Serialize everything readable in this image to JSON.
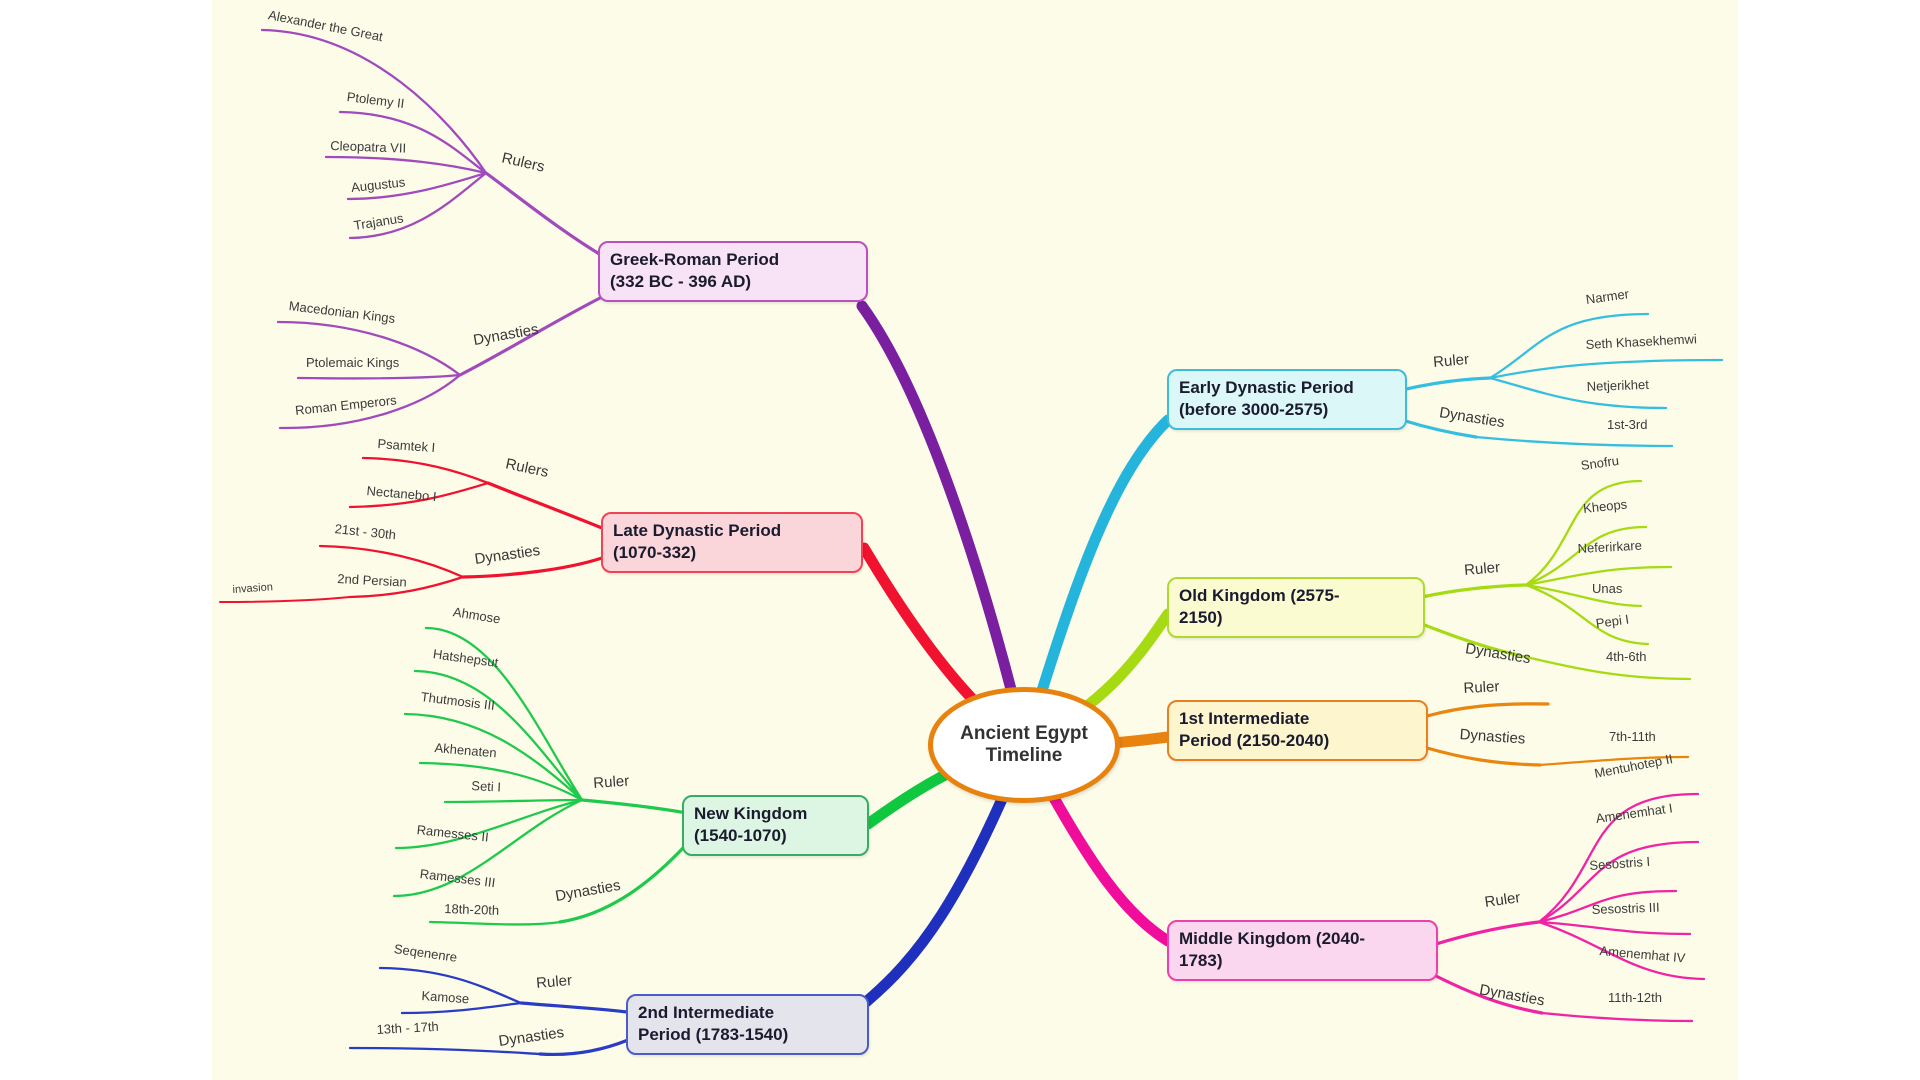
{
  "background": {
    "page": "#FFFFFF",
    "canvas": "#FCFCE8"
  },
  "center": {
    "line1": "Ancient Egypt",
    "line2": "Timeline",
    "border": "#E8820E",
    "fill": "#FFFFFF"
  },
  "branches": [
    {
      "trunk_color": "#7A1FA0",
      "color": "#A04ABE",
      "box": {
        "line1": "Greek-Roman Period",
        "line2": "(332 BC - 396 AD)",
        "border": "#B94FC0",
        "fill": "#F8E2F5"
      },
      "rulers": {
        "label": "Rulers",
        "children": [
          "Alexander the Great",
          "Ptolemy II",
          "Cleopatra VII",
          "Augustus",
          "Trajanus"
        ]
      },
      "dynasties": {
        "label": "Dynasties",
        "children": [
          "Macedonian Kings",
          "Ptolemaic Kings",
          "Roman Emperors"
        ]
      }
    },
    {
      "trunk_color": "#F0122F",
      "color": "#F0122F",
      "box": {
        "line1": "Late Dynastic Period",
        "line2": "(1070-332)",
        "border": "#F04456",
        "fill": "#FAD6DB"
      },
      "rulers": {
        "label": "Rulers",
        "children": [
          "Psamtek I",
          "Nectanebo I"
        ]
      },
      "dynasties": {
        "label": "Dynasties",
        "children": [
          "21st - 30th",
          "2nd Persian"
        ],
        "grandchildren": [
          "invasion"
        ]
      }
    },
    {
      "trunk_color": "#10C840",
      "color": "#1EC94C",
      "box": {
        "line1": "New Kingdom",
        "line2": "(1540-1070)",
        "border": "#36AD60",
        "fill": "#DCF6E3"
      },
      "rulers": {
        "label": "Ruler",
        "children": [
          "Ahmose",
          "Hatshepsut",
          "Thutmosis III",
          "Akhenaten",
          "Seti I",
          "Ramesses II",
          "Ramesses III"
        ]
      },
      "dynasties": {
        "label": "Dynasties",
        "children": [
          "18th-20th"
        ]
      }
    },
    {
      "trunk_color": "#1F2FBE",
      "color": "#2A3BC4",
      "box": {
        "line1": "2nd Intermediate",
        "line2": "Period (1783-1540)",
        "border": "#4C5BC8",
        "fill": "#E4E4EC"
      },
      "rulers": {
        "label": "Ruler",
        "children": [
          "Seqenenre",
          "Kamose"
        ]
      },
      "dynasties": {
        "label": "Dynasties",
        "children": [
          "13th - 17th"
        ]
      }
    },
    {
      "trunk_color": "#25B4DC",
      "color": "#35BEE0",
      "box": {
        "line1": "Early Dynastic Period",
        "line2": "(before 3000-2575)",
        "border": "#3FBCD9",
        "fill": "#DBF7F8"
      },
      "rulers": {
        "label": "Ruler",
        "children": [
          "Narmer",
          "Seth Khasekhemwi",
          "Netjerikhet"
        ]
      },
      "dynasties": {
        "label": "Dynasties",
        "children": [
          "1st-3rd"
        ]
      }
    },
    {
      "trunk_color": "#A6DA12",
      "color": "#A6DA12",
      "box": {
        "line1": "Old Kingdom (2575-",
        "line2": "2150)",
        "border": "#AEDA30",
        "fill": "#FBFBD2"
      },
      "rulers": {
        "label": "Ruler",
        "children": [
          "Snofru",
          "Kheops",
          "Neferirkare",
          "Unas",
          "Pepi I"
        ]
      },
      "dynasties": {
        "label": "Dynasties",
        "children": [
          "4th-6th"
        ]
      }
    },
    {
      "trunk_color": "#E8830F",
      "color": "#E8860F",
      "box": {
        "line1": "1st Intermediate",
        "line2": "Period (2150-2040)",
        "border": "#E87F20",
        "fill": "#FCF5CD"
      },
      "rulers": {
        "label": "Ruler",
        "children": []
      },
      "dynasties": {
        "label": "Dynasties",
        "children": [
          "7th-11th"
        ]
      }
    },
    {
      "trunk_color": "#F00D9C",
      "color": "#F023A4",
      "box": {
        "line1": "Middle Kingdom (2040-",
        "line2": "1783)",
        "border": "#EE3FAE",
        "fill": "#FAD7EE"
      },
      "rulers": {
        "label": "Ruler",
        "children": [
          "Mentuhotep II",
          "Amenemhat I",
          "Sesostris I",
          "Sesostris III",
          "Amenemhat IV"
        ]
      },
      "dynasties": {
        "label": "Dynasties",
        "children": [
          "11th-12th"
        ]
      }
    }
  ]
}
